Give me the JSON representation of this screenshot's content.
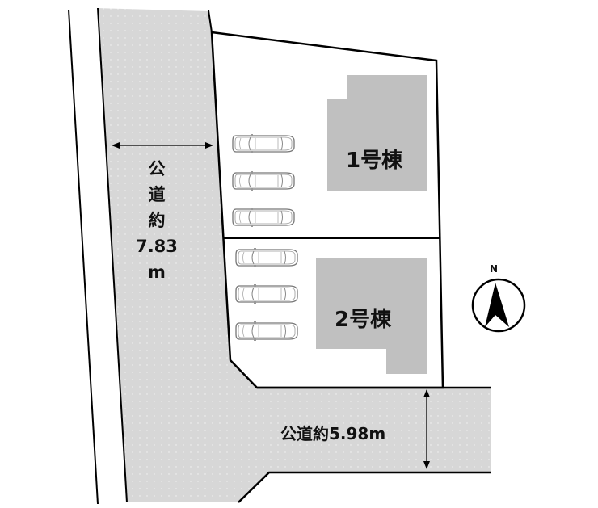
{
  "roads": {
    "west": {
      "label_lines": [
        "公",
        "道",
        "約",
        "7.83",
        "m"
      ],
      "width": "7.83m"
    },
    "south": {
      "label": "公道約5.98m",
      "width": "5.98m"
    }
  },
  "buildings": [
    {
      "id": 1,
      "label": "1号棟",
      "parking_spaces": 3
    },
    {
      "id": 2,
      "label": "2号棟",
      "parking_spaces": 3
    }
  ],
  "compass": {
    "label": "N",
    "icon": "north-arrow-icon"
  },
  "colors": {
    "road_fill": "#d7d7d7",
    "building_fill": "#c0c0c0",
    "line": "#000000",
    "background": "#ffffff"
  }
}
